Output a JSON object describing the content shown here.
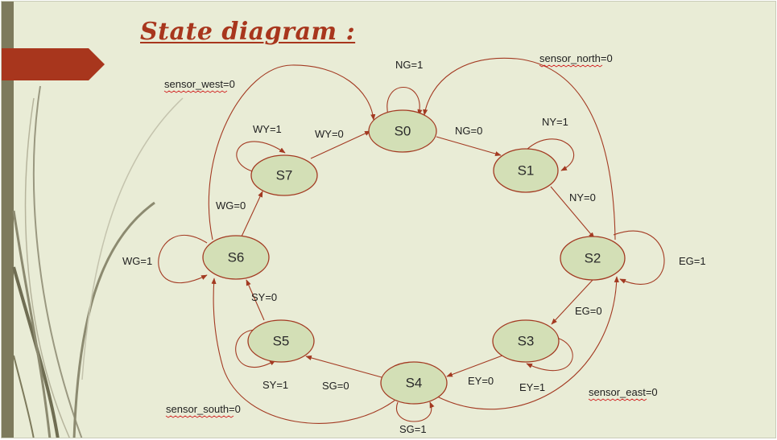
{
  "title": "State diagram :",
  "colors": {
    "node_fill": "#d3dfb6",
    "edge": "#a33a22",
    "title": "#a8361d",
    "background": "#e9ecd6"
  },
  "nodes": {
    "s0": "S0",
    "s1": "S1",
    "s2": "S2",
    "s3": "S3",
    "s4": "S4",
    "s5": "S5",
    "s6": "S6",
    "s7": "S7"
  },
  "edge_labels": {
    "ng1": "NG=1",
    "ng0": "NG=0",
    "ny1": "NY=1",
    "ny0": "NY=0",
    "eg1": "EG=1",
    "eg0": "EG=0",
    "ey0": "EY=0",
    "ey1": "EY=1",
    "sg0": "SG=0",
    "sg1": "SG=1",
    "sy1": "SY=1",
    "sy0": "SY=0",
    "wg1": "WG=1",
    "wg0": "WG=0",
    "wy1": "WY=1",
    "wy0": "WY=0",
    "sensor_north": "sensor_north=0",
    "sensor_west": "sensor_west=0",
    "sensor_east": "sensor_east=0",
    "sensor_south": "sensor_south=0"
  }
}
